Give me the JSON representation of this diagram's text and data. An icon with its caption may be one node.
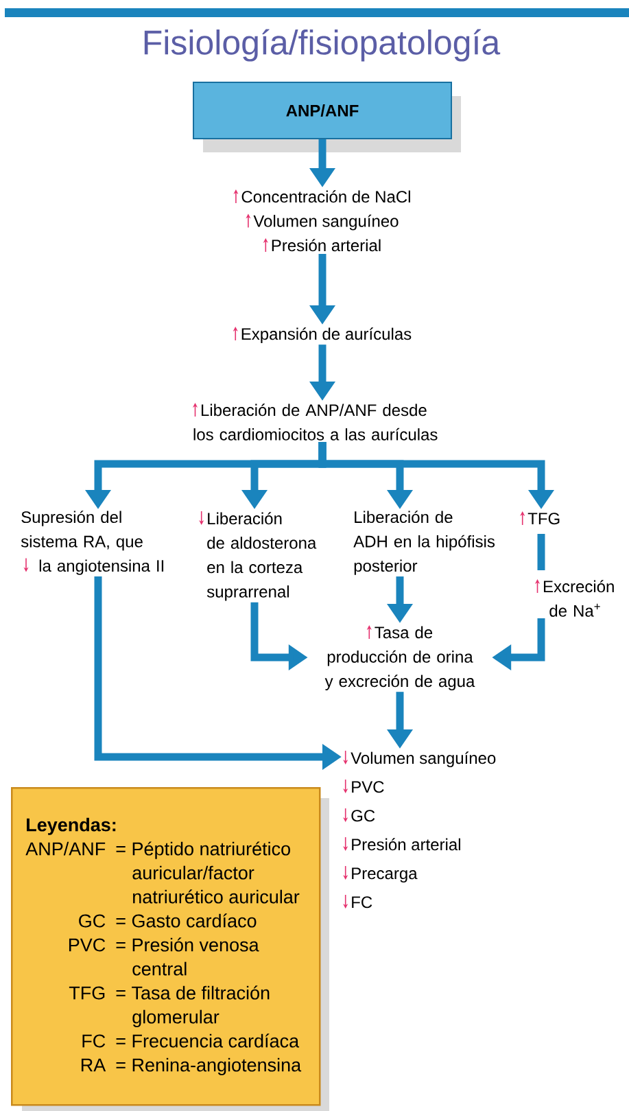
{
  "diagram": {
    "title": "Fisiología/fisiopatología",
    "nodes": [
      {
        "text": [
          "ANP/ANF"
        ]
      },
      {
        "text": [
          "Concentración de NaCl",
          "Volumen sanguíneo",
          "Presión arterial"
        ]
      },
      {
        "text": [
          "Expansión de aurículas"
        ]
      },
      {
        "text": [
          "Liberación de ANP/ANF desde los cardiomiocitos a las aurículas"
        ]
      },
      {
        "text": [
          "Supresión del sistema RA, que la angiotensina II"
        ]
      },
      {
        "text": [
          "Liberación de aldosterona en la corteza suprarrenal"
        ]
      },
      {
        "text": [
          "Liberación de ADH en la hipófisis posterior"
        ]
      },
      {
        "text": [
          "TFG"
        ]
      },
      {
        "text": [
          "Excreción de Na$^{+}$"
        ]
      },
      {
        "text": [
          "Tasa de producción de orina y excreción de agua"
        ]
      },
      {
        "text": [
          "Volumen sanguíneo",
          "PVC",
          "GC",
          "Presión arterial",
          "Precarga",
          "FC"
        ]
      },
      {
        "text": [
          "Leyendas:",
          "ANP/ANF",
          "= Péptido natriurético auricular/factor natriurético auricular",
          "GC",
          "= Gasto cardíaco",
          "PVC",
          "= Presión venosa central",
          "TFG",
          "= Tasa de filtración glomerular",
          "FC",
          "= Frecuencia cardíaca",
          "RA",
          "= Renina-angiotensina"
        ]
      }
    ],
    "edges": [
      {
        "from": 0,
        "to": 1,
        "arrow": "to"
      },
      {
        "from": 1,
        "to": 2,
        "arrow": "to"
      },
      {
        "from": 2,
        "to": 3,
        "arrow": "to"
      },
      {
        "from": 3,
        "to": 4,
        "arrow": "to"
      },
      {
        "from": 3,
        "to": 5,
        "arrow": "to"
      },
      {
        "from": 3,
        "to": 6,
        "arrow": "to"
      },
      {
        "from": 3,
        "to": 7,
        "arrow": "to"
      },
      {
        "from": 7,
        "to": 8,
        "arrow": "none"
      },
      {
        "from": 6,
        "to": 9,
        "arrow": "to"
      },
      {
        "from": 5,
        "to": 9,
        "arrow": "to"
      },
      {
        "from": 8,
        "to": 9,
        "arrow": "to"
      },
      {
        "from": 9,
        "to": 10,
        "arrow": "to"
      },
      {
        "from": 4,
        "to": 10,
        "arrow": "to"
      }
    ]
  }
}
